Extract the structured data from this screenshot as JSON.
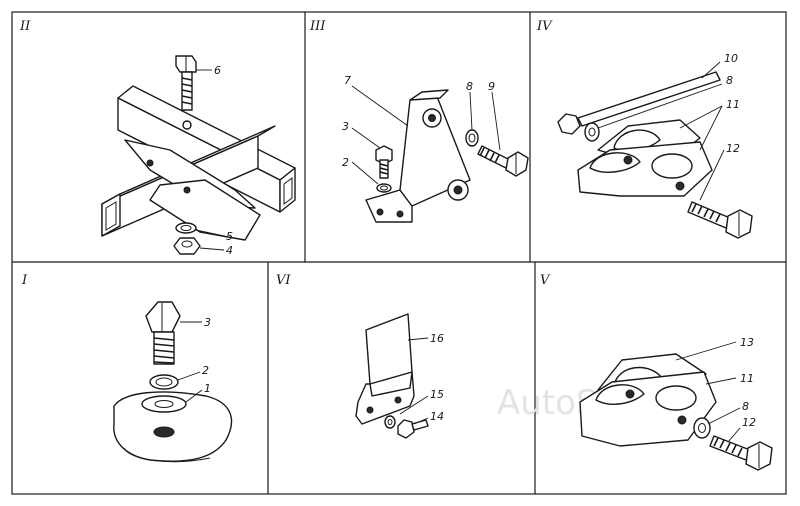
{
  "panels": [
    {
      "label": "II",
      "callouts": [
        "6",
        "5",
        "4"
      ]
    },
    {
      "label": "III",
      "callouts": [
        "7",
        "3",
        "2",
        "8",
        "9"
      ]
    },
    {
      "label": "IV",
      "callouts": [
        "10",
        "8",
        "11",
        "12"
      ]
    },
    {
      "label": "I",
      "callouts": [
        "3",
        "2",
        "1"
      ]
    },
    {
      "label": "VI",
      "callouts": [
        "16",
        "15",
        "14"
      ]
    },
    {
      "label": "V",
      "callouts": [
        "13",
        "11",
        "8",
        "12"
      ]
    }
  ],
  "watermark": "AutoSoft"
}
